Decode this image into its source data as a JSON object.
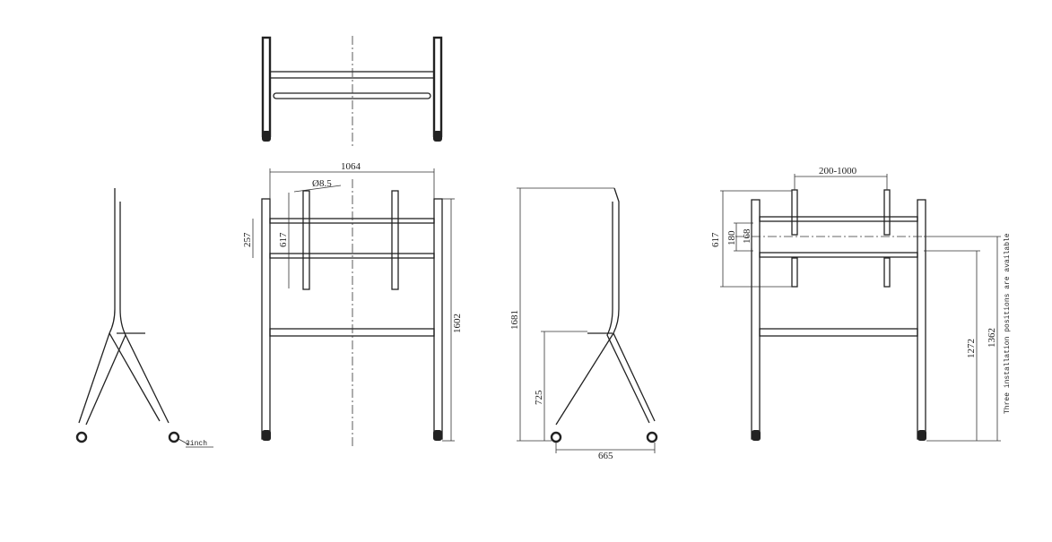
{
  "drawing": {
    "front_view": {
      "width_dim": "1064",
      "hole_dim": "Ø8.5",
      "rail_spacing_dim": "257",
      "bracket_height_dim": "617",
      "height_dim": "1602"
    },
    "side_view_left": {
      "caster_label": "3inch"
    },
    "side_view_right": {
      "height_dim": "1681",
      "shelf_height_dim": "725",
      "depth_dim": "665"
    },
    "back_view": {
      "bracket_spacing_dim": "200-1000",
      "bracket_height_dim": "617",
      "rail_dim": "180",
      "inner_dim": "168",
      "low_height_dim": "1272",
      "high_height_dim": "1362",
      "note": "Three installation positions are available"
    }
  }
}
